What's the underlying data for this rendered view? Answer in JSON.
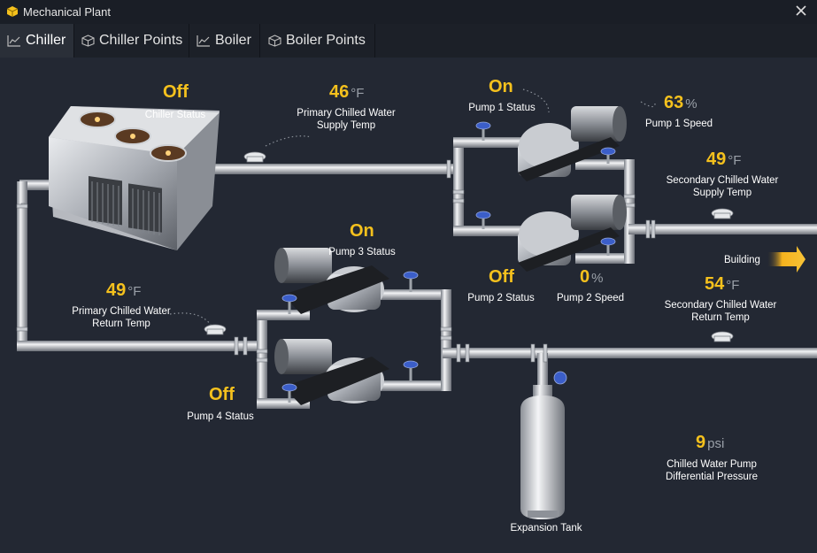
{
  "window": {
    "title": "Mechanical Plant"
  },
  "tabs": [
    {
      "label": "Chiller",
      "icon": "line-chart-icon",
      "active": true
    },
    {
      "label": "Chiller Points",
      "icon": "cube-icon",
      "active": false
    },
    {
      "label": "Boiler",
      "icon": "line-chart-icon",
      "active": false
    },
    {
      "label": "Boiler Points",
      "icon": "cube-icon",
      "active": false
    }
  ],
  "points": {
    "chiller_status": {
      "value": "Off",
      "label": "Chiller Status"
    },
    "primary_supply": {
      "value": "46",
      "unit": "°F",
      "label1": "Primary Chilled Water",
      "label2": "Supply Temp"
    },
    "pump1_status": {
      "value": "On",
      "label": "Pump 1 Status"
    },
    "pump1_speed": {
      "value": "63",
      "unit": "%",
      "label": "Pump 1 Speed"
    },
    "secondary_supply": {
      "value": "49",
      "unit": "°F",
      "label1": "Secondary Chilled Water",
      "label2": "Supply Temp"
    },
    "pump2_status": {
      "value": "Off",
      "label": "Pump 2 Status"
    },
    "pump2_speed": {
      "value": "0",
      "unit": "%",
      "label": "Pump 2 Speed"
    },
    "pump3_status": {
      "value": "On",
      "label": "Pump 3 Status"
    },
    "primary_return": {
      "value": "49",
      "unit": "°F",
      "label1": "Primary Chilled Water",
      "label2": "Return Temp"
    },
    "secondary_return": {
      "value": "54",
      "unit": "°F",
      "label1": "Secondary Chilled Water",
      "label2": "Return Temp"
    },
    "pump4_status": {
      "value": "Off",
      "label": "Pump 4 Status"
    },
    "diff_pressure": {
      "value": "9",
      "unit": "psi",
      "label1": "Chilled Water Pump",
      "label2": "Differential Pressure"
    },
    "expansion_tank": {
      "label": "Expansion Tank"
    },
    "building": {
      "label": "Building"
    }
  },
  "colors": {
    "value": "#f5c11d",
    "unit": "#9aa0a8",
    "background": "#232833",
    "valve": "#3b5ec9",
    "arrow": "#f5b21d"
  }
}
